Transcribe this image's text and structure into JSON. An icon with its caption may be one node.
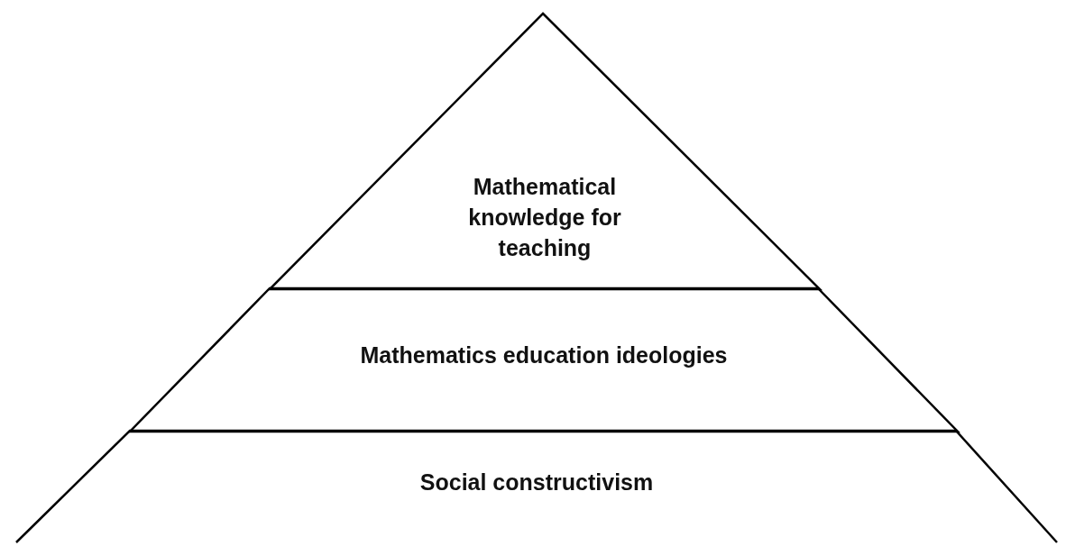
{
  "diagram": {
    "nodes": [
      {
        "text": [
          "Mathematical knowledge for teaching"
        ]
      },
      {
        "text": [
          "Mathematics education ideologies"
        ]
      },
      {
        "text": [
          "Social constructivism"
        ]
      }
    ]
  }
}
